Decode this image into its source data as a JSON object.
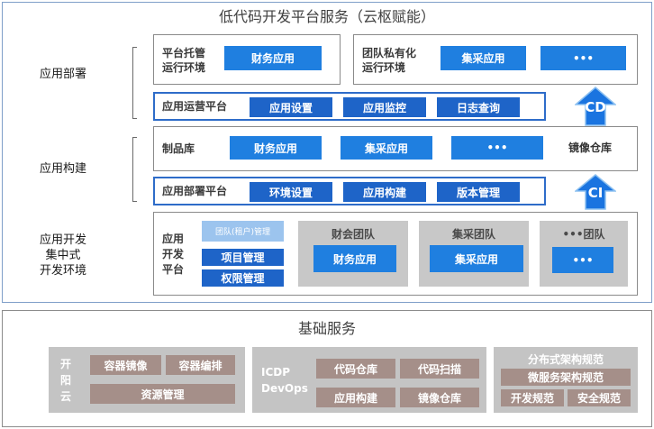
{
  "title": "低代码开发平台服务（云枢赋能）",
  "side_labels": {
    "deploy": "应用部署",
    "build": "应用构建",
    "dev_line1": "应用开发",
    "dev_line2": "集中式",
    "dev_line3": "开发环境"
  },
  "deploy": {
    "hosting_line1": "平台托管",
    "hosting_line2": "运行环境",
    "hosting_app": "财务应用",
    "private_line1": "团队私有化",
    "private_line2": "运行环境",
    "private_app": "集采应用",
    "private_more": "•••",
    "ops_label": "应用运营平台",
    "ops_items": [
      "应用设置",
      "应用监控",
      "日志查询"
    ],
    "cd_label": "CD"
  },
  "build": {
    "artifact_label": "制品库",
    "artifacts": [
      "财务应用",
      "集采应用",
      "•••"
    ],
    "mirror_label": "镜像仓库",
    "deploy_platform_label": "应用部署平台",
    "deploy_items": [
      "环境设置",
      "应用构建",
      "版本管理"
    ],
    "ci_label": "CI"
  },
  "dev": {
    "platform_line1": "应用",
    "platform_line2": "开发",
    "platform_line3": "平台",
    "tenant_mgmt": "团队(租户)管理",
    "project_mgmt": "项目管理",
    "perm_mgmt": "权限管理",
    "teams": [
      {
        "name": "财会团队",
        "app": "财务应用"
      },
      {
        "name": "集采团队",
        "app": "集采应用"
      },
      {
        "name": "•••团队",
        "app": "•••"
      }
    ]
  },
  "base": {
    "title": "基础服务",
    "kaiyang_line1": "开",
    "kaiyang_line2": "阳",
    "kaiyang_line3": "云",
    "kaiyang_items": [
      "容器镜像",
      "容器编排",
      "资源管理"
    ],
    "icdp_line1": "ICDP",
    "icdp_line2": "DevOps",
    "icdp_items": [
      "代码仓库",
      "代码扫描",
      "应用构建",
      "镜像仓库"
    ],
    "dist_title": "分布式架构规范",
    "dist_items": [
      "微服务架构规范",
      "开发规范",
      "安全规范"
    ]
  },
  "colors": {
    "blue_button": "#1f7fe0",
    "dark_blue_button": "#1e64c8",
    "light_blue_button": "#9cc4ee",
    "outline_blue": "#2e6cc9",
    "arrow_blue": "#1a74e0",
    "team_panel_gray": "#c8c8c8",
    "base_brown": "#a58f89"
  }
}
